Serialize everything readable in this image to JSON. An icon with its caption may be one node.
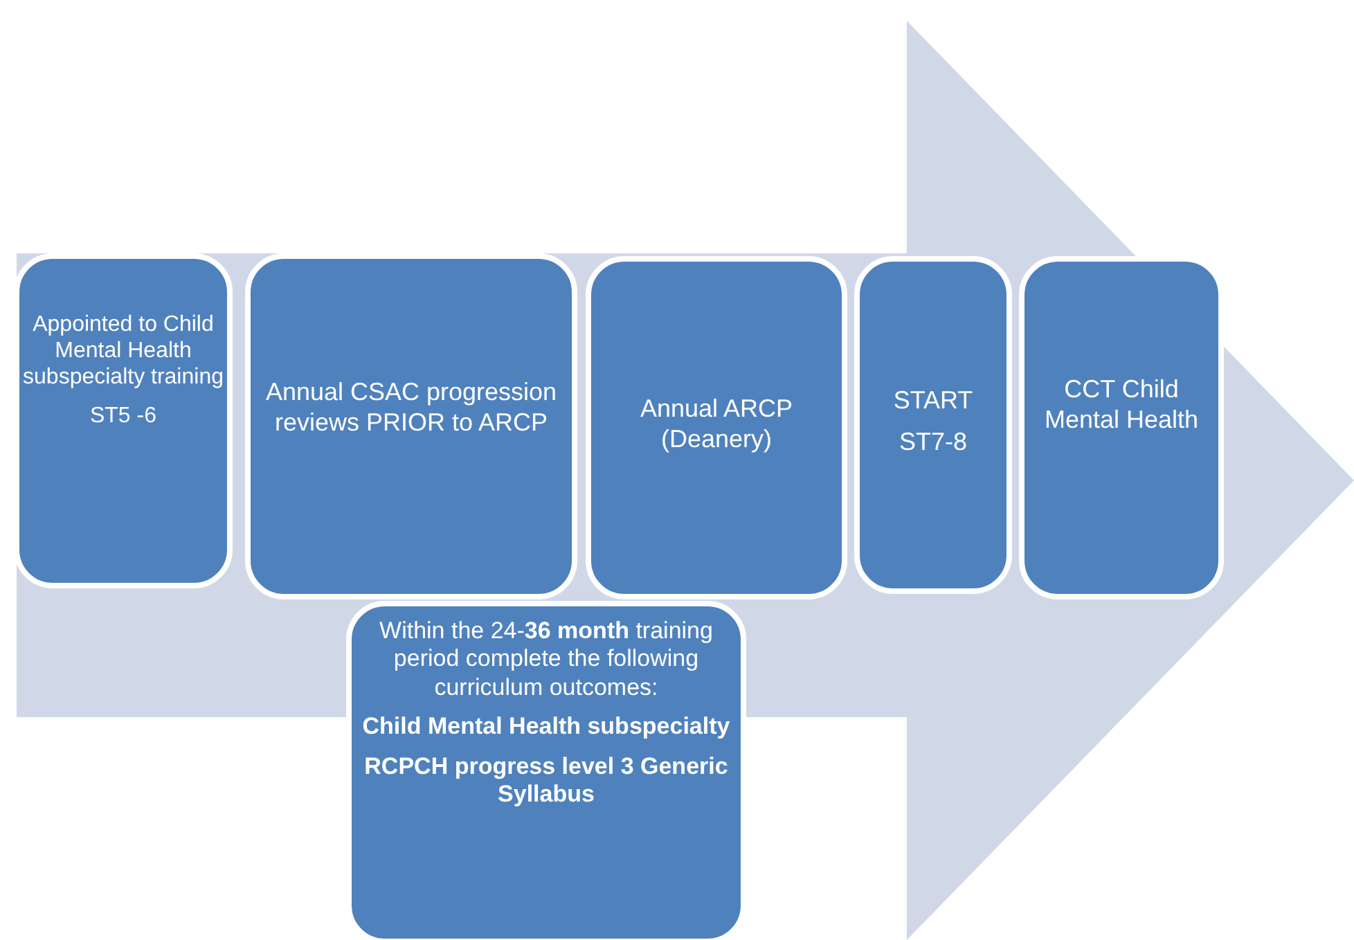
{
  "diagram": {
    "nodes": [
      {
        "text": [
          "Appointed to Child Mental Health subspecialty training",
          "ST5 -6"
        ]
      },
      {
        "text": [
          "Annual CSAC progression reviews PRIOR to ARCP"
        ]
      },
      {
        "text": [
          "Annual ARCP (Deanery)"
        ]
      },
      {
        "text": [
          "START",
          "ST7-8"
        ]
      },
      {
        "text": [
          "CCT Child Mental Health"
        ]
      },
      {
        "text": [
          "Within the 24-**36 month** training period complete the following  curriculum outcomes:",
          "Child Mental Health subspecialty",
          "RCPCH progress level 3 Generic Syllabus"
        ]
      }
    ],
    "edges": []
  }
}
